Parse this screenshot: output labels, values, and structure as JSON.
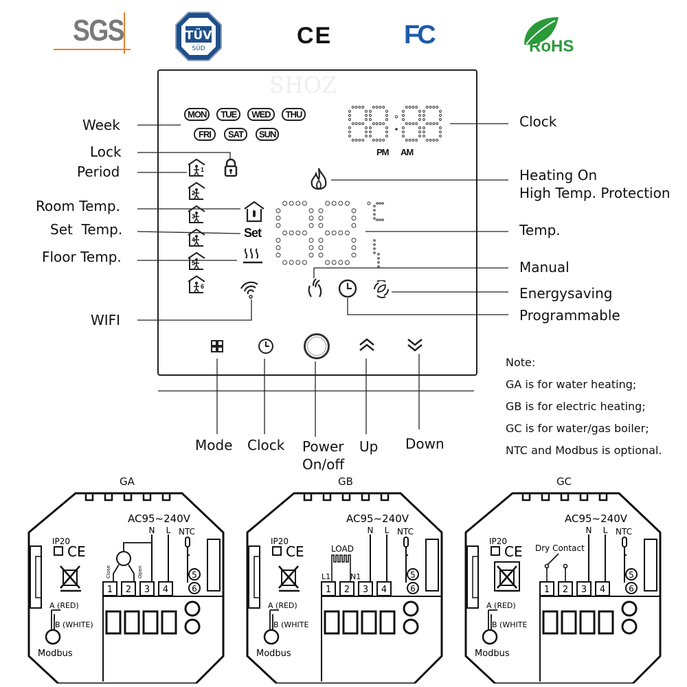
{
  "certifications": [
    {
      "name": "SGS",
      "text": "SGS"
    },
    {
      "name": "TUV",
      "text": "TÜV",
      "sub": "SÜD"
    },
    {
      "name": "CE",
      "text": "CE"
    },
    {
      "name": "FCC",
      "text": "FC"
    },
    {
      "name": "RoHS",
      "text": "RoHS"
    }
  ],
  "colors": {
    "sgs": "#7a7a7a",
    "sgs_line": "#e8822a",
    "tuv": "#1f4f8a",
    "fcc": "#1e5aa8",
    "rohs": "#2a9a3a"
  },
  "watermark": "SHOZ",
  "display": {
    "days_row1": [
      "MON",
      "TUE",
      "WED",
      "THU"
    ],
    "days_row2": [
      "FRI",
      "SAT",
      "SUN"
    ],
    "clock_digits": "88:88",
    "pm": "PM",
    "am": "AM",
    "set_text": "Set",
    "temp_unit_top": "°C",
    "temp_unit_bottom": "5",
    "periods": [
      "1",
      "2",
      "3",
      "4",
      "5",
      "6"
    ]
  },
  "left_labels": {
    "week": "Week",
    "lock": "Lock",
    "period": "Period",
    "room_temp": "Room Temp.",
    "set_temp": "Set  Temp.",
    "floor_temp": "Floor Temp.",
    "wifi": "WIFI"
  },
  "right_labels": {
    "clock": "Clock",
    "heating_on": "Heating On",
    "high_temp": "High Temp. Protection",
    "temp": "Temp.",
    "manual": "Manual",
    "energysaving": "Energysaving",
    "programmable": "Programmable"
  },
  "buttons": [
    {
      "id": "mode",
      "label": "Mode"
    },
    {
      "id": "clock",
      "label": "Clock"
    },
    {
      "id": "power",
      "label": "Power",
      "label2": "On/off"
    },
    {
      "id": "up",
      "label": "Up"
    },
    {
      "id": "down",
      "label": "Down"
    }
  ],
  "notes": {
    "title": "Note:",
    "lines": [
      "GA is for water heating;",
      "GB is for electric heating;",
      "GC is for water/gas boiler;",
      "NTC and Modbus is optional."
    ]
  },
  "wiring": [
    {
      "title": "GA",
      "voltage": "AC95~240V",
      "n": "N",
      "l": "L",
      "ntc": "NTC",
      "ip": "IP20",
      "ce": "CE",
      "terminals": [
        "1",
        "2",
        "3",
        "4"
      ],
      "ntc_pins": [
        "5",
        "6"
      ],
      "extra": [
        "Close",
        "Open"
      ],
      "a": "A (RED)",
      "b": "B (WHITE)",
      "modbus": "Modbus"
    },
    {
      "title": "GB",
      "voltage": "AC95~240V",
      "n": "N",
      "l": "L",
      "ntc": "NTC",
      "ip": "IP20",
      "ce": "CE",
      "terminals": [
        "1",
        "2",
        "3",
        "4"
      ],
      "ntc_pins": [
        "5",
        "6"
      ],
      "extra": [
        "LOAD",
        "L1",
        "N1"
      ],
      "a": "A (RED)",
      "b": "B (WHITE",
      "modbus": "Modbus"
    },
    {
      "title": "GC",
      "voltage": "AC95~240V",
      "n": "N",
      "l": "L",
      "ntc": "NTC",
      "ip": "IP20",
      "ce": "CE",
      "terminals": [
        "1",
        "2",
        "3",
        "4"
      ],
      "ntc_pins": [
        "5",
        "6"
      ],
      "extra": [
        "Dry Contact"
      ],
      "a": "A (RED)",
      "b": "B (WHITE",
      "modbus": "Modbus"
    }
  ]
}
